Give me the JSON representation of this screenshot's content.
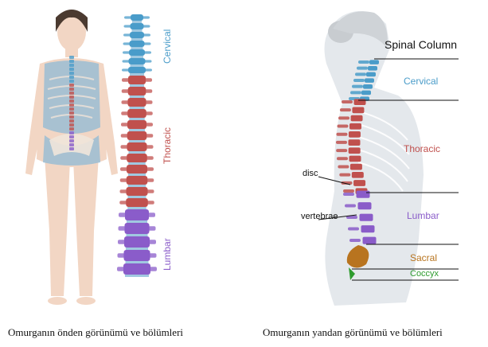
{
  "front_view": {
    "labels": {
      "cervical": "Cervical",
      "thoracic": "Thoracic",
      "lumbar": "Lumbar"
    },
    "caption": "Omurganın önden görünümü ve bölümleri"
  },
  "side_view": {
    "title": "Spinal Column",
    "regions": {
      "cervical": "Cervical",
      "thoracic": "Thoracic",
      "lumbar": "Lumbar",
      "sacral": "Sacral",
      "coccyx": "Coccyx"
    },
    "callouts": {
      "disc": "disc",
      "vertebrae": "vertebrae"
    },
    "caption": "Omurganın yandan görünümü ve bölümleri"
  },
  "colors": {
    "cervical": "#4a9cc9",
    "thoracic": "#c0504d",
    "lumbar": "#8a5cc9",
    "sacral": "#b8741f",
    "coccyx": "#2e9b2e",
    "disc": "#a0c8e0",
    "skin": "#f2d6c4",
    "skeleton_overlay": "#7fb6d8"
  }
}
